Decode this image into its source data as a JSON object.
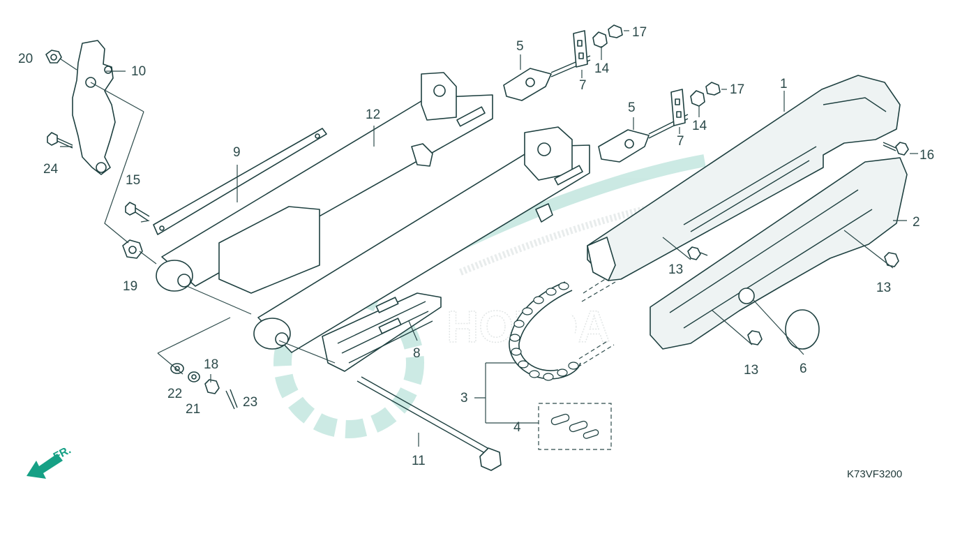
{
  "diagram": {
    "code": "K73VF3200",
    "direction_label": "FR.",
    "watermark": "HONDA",
    "accent_color": "#16a085",
    "line_color": "#1e4040",
    "callouts": {
      "c1": "1",
      "c2": "2",
      "c3": "3",
      "c4": "4",
      "c5a": "5",
      "c5b": "5",
      "c6": "6",
      "c7a": "7",
      "c7b": "7",
      "c8": "8",
      "c9": "9",
      "c10": "10",
      "c11": "11",
      "c12": "12",
      "c13a": "13",
      "c13b": "13",
      "c13c": "13",
      "c14a": "14",
      "c14b": "14",
      "c15": "15",
      "c16": "16",
      "c17a": "17",
      "c17b": "17",
      "c18": "18",
      "c19": "19",
      "c20": "20",
      "c21": "21",
      "c22": "22",
      "c23": "23",
      "c24": "24"
    }
  }
}
